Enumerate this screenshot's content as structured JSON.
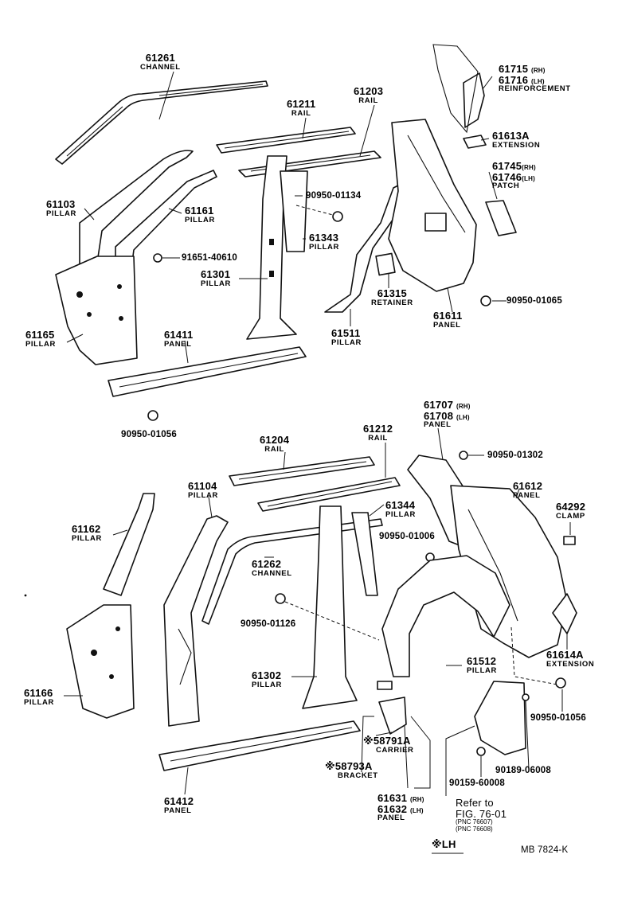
{
  "labels": {
    "p61261": {
      "num": "61261",
      "name": "CHANNEL"
    },
    "p61211": {
      "num": "61211",
      "name": "RAIL"
    },
    "p61203": {
      "num": "61203",
      "name": "RAIL"
    },
    "p61715": {
      "num1": "61715",
      "side1": "(RH)",
      "num2": "61716",
      "side2": "(LH)",
      "name": "REINFORCEMENT"
    },
    "p61613a": {
      "num": "61613A",
      "name": "EXTENSION"
    },
    "p61745": {
      "num1": "61745",
      "side1": "(RH)",
      "num2": "61746",
      "side2": "(LH)",
      "name": "PATCH"
    },
    "p61103": {
      "num": "61103",
      "name": "PILLAR"
    },
    "p61161": {
      "num": "61161",
      "name": "PILLAR"
    },
    "b9095001134": {
      "num": "90950-01134"
    },
    "p61343": {
      "num": "61343",
      "name": "PILLAR"
    },
    "b9165140610": {
      "num": "91651-40610"
    },
    "p61301": {
      "num": "61301",
      "name": "PILLAR"
    },
    "p61315": {
      "num": "61315",
      "name": "RETAINER"
    },
    "p61611": {
      "num": "61611",
      "name": "PANEL"
    },
    "b9095001065": {
      "num": "90950-01065"
    },
    "p61165": {
      "num": "61165",
      "name": "PILLAR"
    },
    "p61411": {
      "num": "61411",
      "name": "PANEL"
    },
    "p61511": {
      "num": "61511",
      "name": "PILLAR"
    },
    "b9095001056a": {
      "num": "90950-01056"
    },
    "p61707": {
      "num1": "61707",
      "side1": "(RH)",
      "num2": "61708",
      "side2": "(LH)",
      "name": "PANEL"
    },
    "p61212": {
      "num": "61212",
      "name": "RAIL"
    },
    "p61204": {
      "num": "61204",
      "name": "RAIL"
    },
    "b9095001302": {
      "num": "90950-01302"
    },
    "p61104": {
      "num": "61104",
      "name": "PILLAR"
    },
    "p61612": {
      "num": "61612",
      "name": "PANEL"
    },
    "p61162": {
      "num": "61162",
      "name": "PILLAR"
    },
    "p61344": {
      "num": "61344",
      "name": "PILLAR"
    },
    "p64292": {
      "num": "64292",
      "name": "CLAMP"
    },
    "b9095001006": {
      "num": "90950-01006"
    },
    "p61262": {
      "num": "61262",
      "name": "CHANNEL"
    },
    "b9095001126": {
      "num": "90950-01126"
    },
    "p61614a": {
      "num": "61614A",
      "name": "EXTENSION"
    },
    "p61302": {
      "num": "61302",
      "name": "PILLAR"
    },
    "p61512": {
      "num": "61512",
      "name": "PILLAR"
    },
    "p61166": {
      "num": "61166",
      "name": "PILLAR"
    },
    "b9095001056b": {
      "num": "90950-01056"
    },
    "p58791a": {
      "num": "※58791A",
      "name": "CARRIER"
    },
    "p58793a": {
      "num": "※58793A",
      "name": "BRACKET"
    },
    "b9015960008": {
      "num": "90159-60008"
    },
    "b9018906008": {
      "num": "90189-06008"
    },
    "p61412": {
      "num": "61412",
      "name": "PANEL"
    },
    "p61631": {
      "num1": "61631",
      "side1": "(RH)",
      "num2": "61632",
      "side2": "(LH)",
      "name": "PANEL"
    },
    "refer": {
      "line1": "Refer to",
      "line2": "FIG. 76-01",
      "line3": "(PNC 76607)",
      "line4": "(PNC 76608)"
    },
    "lh_note": "※LH",
    "code": "MB 7824-K"
  }
}
